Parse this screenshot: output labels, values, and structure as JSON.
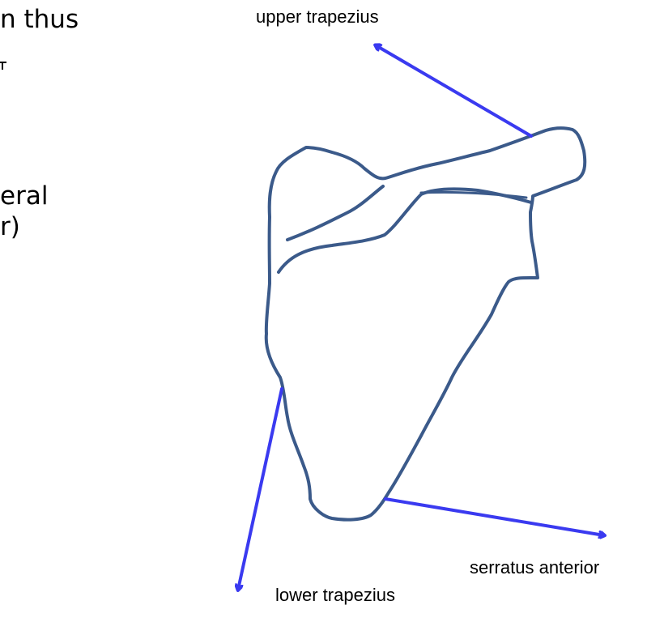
{
  "slide_fragments": [
    "n thus",
    "eral",
    "r)"
  ],
  "labels": {
    "upper_trapezius": "upper trapezius",
    "serratus_anterior": "serratus anterior",
    "lower_trapezius": "lower trapezius"
  },
  "colors": {
    "scapula_outline": "#3b5a8a",
    "arrow": "#3a3af0",
    "text": "#000000"
  }
}
